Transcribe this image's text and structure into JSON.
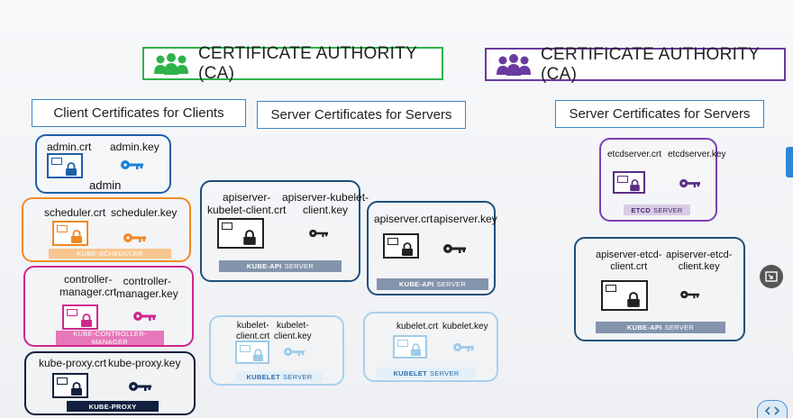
{
  "headers": {
    "ca_left": "CERTIFICATE AUTHORITY (CA)",
    "ca_right": "CERTIFICATE AUTHORITY (CA)"
  },
  "sections": {
    "client": "Client Certificates for Clients",
    "server_left": "Server Certificates for Servers",
    "server_right": "Server Certificates for Servers"
  },
  "clients": {
    "admin": {
      "crt": "admin.crt",
      "key": "admin.key",
      "name": "admin"
    },
    "scheduler": {
      "crt": "scheduler.crt",
      "key": "scheduler.key",
      "tag": "KUBE-SCHEDULER"
    },
    "controller": {
      "crt_l1": "controller-",
      "crt_l2": "manager.crt",
      "key_l1": "controller-",
      "key_l2": "manager.key",
      "tag_l1": "KUBE-CONTROLLER-",
      "tag_l2": "MANAGER"
    },
    "proxy": {
      "crt": "kube-proxy.crt",
      "key": "kube-proxy.key",
      "tag": "KUBE-PROXY"
    }
  },
  "servers": {
    "apiserver_kubelet": {
      "crt_l1": "apiserver-",
      "crt_l2": "kubelet-client.crt",
      "key_l1": "apiserver-kubelet-",
      "key_l2": "client.key",
      "tag_bold": "KUBE-API",
      "tag_rest": "SERVER"
    },
    "apiserver": {
      "crt": "apiserver.crt",
      "key": "apiserver.key",
      "tag_bold": "KUBE-API",
      "tag_rest": "SERVER"
    },
    "kubelet_client": {
      "crt_l1": "kubelet-",
      "crt_l2": "client.crt",
      "key_l1": "kubelet-",
      "key_l2": "client.key",
      "tag_bold": "KUBELET",
      "tag_rest": "SERVER"
    },
    "kubelet": {
      "crt": "kubelet.crt",
      "key": "kubelet.key",
      "tag_bold": "KUBELET",
      "tag_rest": "SERVER"
    },
    "etcdserver": {
      "crt": "etcdserver.crt",
      "key": "etcdserver.key",
      "tag_bold": "ETCD",
      "tag_rest": "SERVER"
    },
    "apiserver_etcd": {
      "crt_l1": "apiserver-etcd-",
      "crt_l2": "client.crt",
      "key_l1": "apiserver-etcd-",
      "key_l2": "client.key",
      "tag_bold": "KUBE-API",
      "tag_rest": "SERVER"
    }
  },
  "colors": {
    "ca_green": "#2fb24b",
    "ca_purple": "#6a3a9e",
    "blue": "#1f5fa8",
    "orange": "#f08a24",
    "magenta": "#d0268f",
    "navy": "#10203f",
    "light_blue": "#a7d0ee",
    "key_blue": "#1c7fd6",
    "slate": "#8494ad"
  }
}
